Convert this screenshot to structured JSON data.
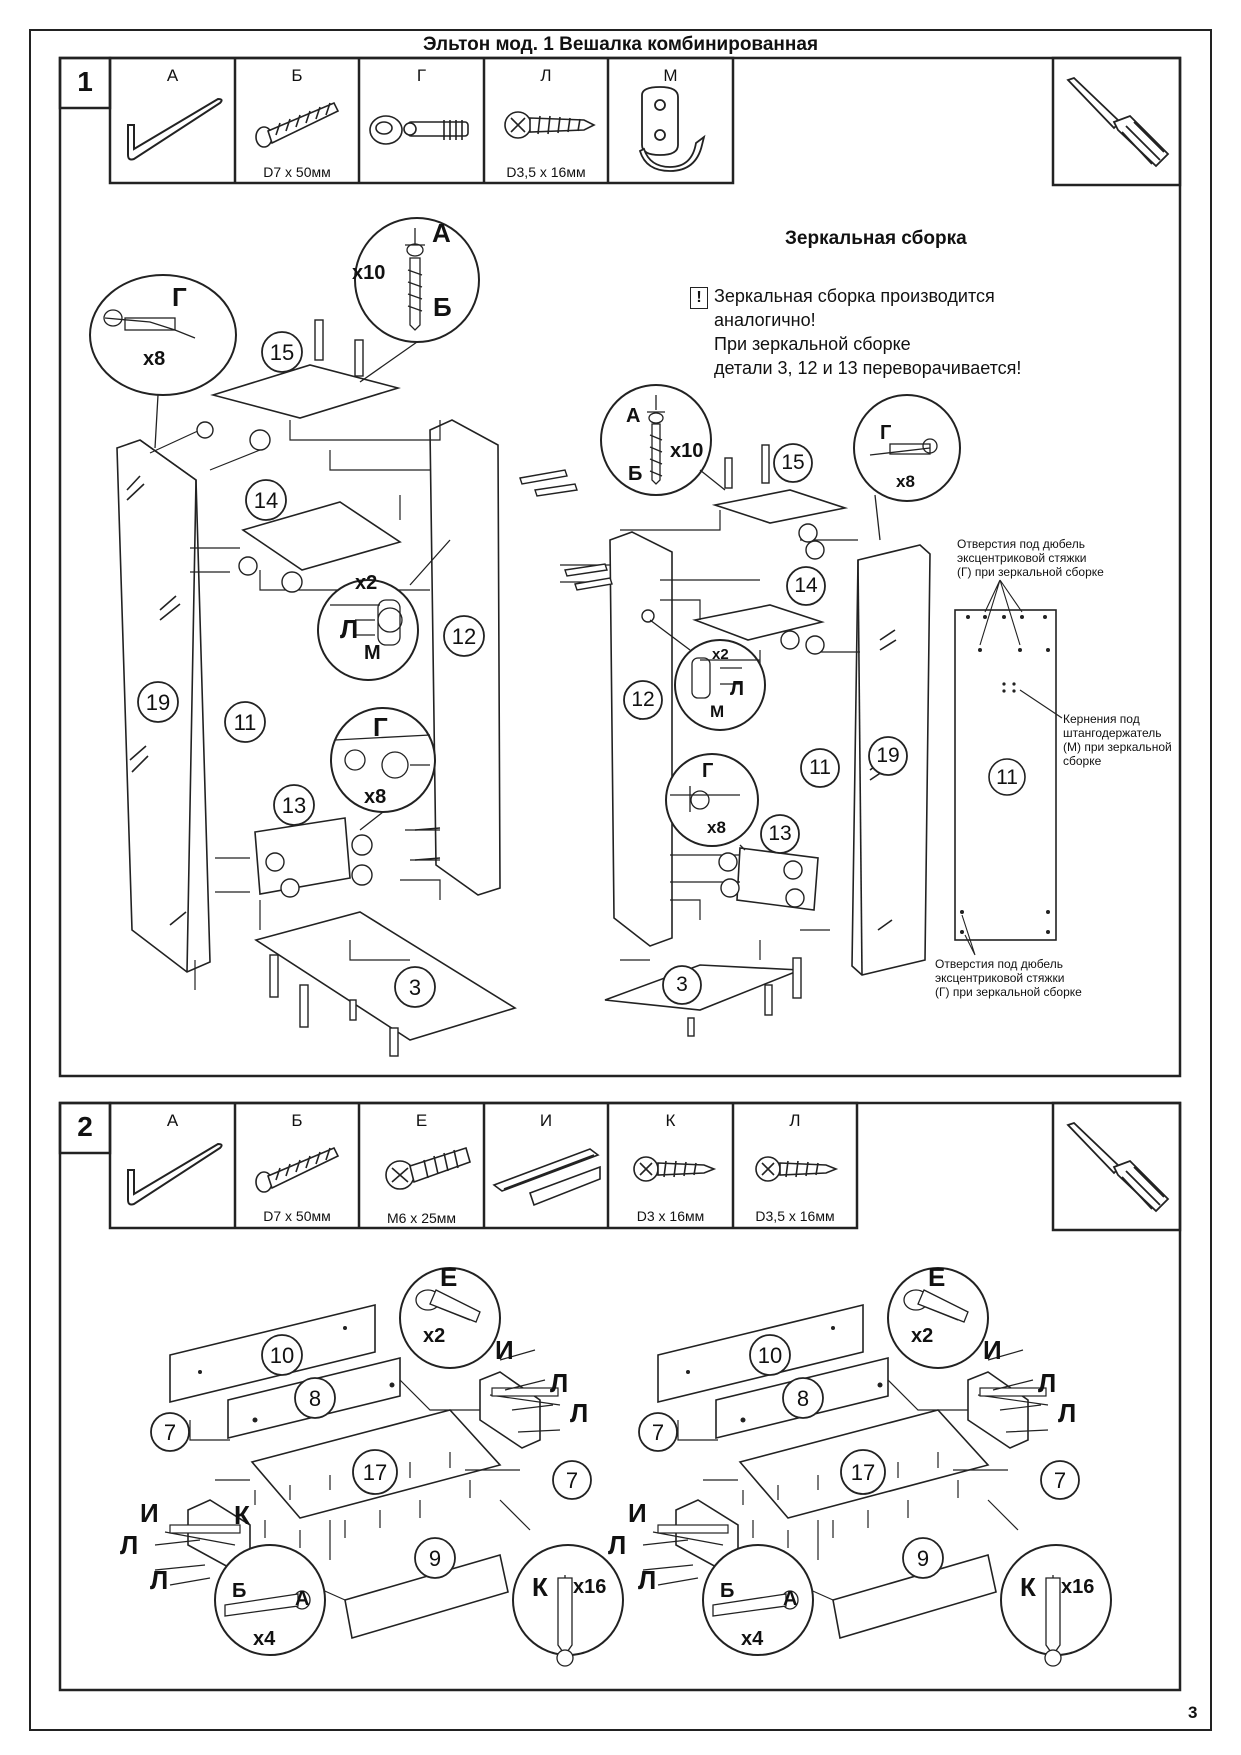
{
  "title": "Эльтон мод. 1 Вешалка комбинированная",
  "page_number": "3",
  "step1": {
    "number": "1",
    "parts": [
      {
        "letter": "А",
        "caption": "",
        "icon": "hex-key-icon"
      },
      {
        "letter": "Б",
        "caption": "D7 x 50мм",
        "icon": "confirmat-screw-icon"
      },
      {
        "letter": "Г",
        "caption": "",
        "icon": "cam-lock-icon"
      },
      {
        "letter": "Л",
        "caption": "D3,5 x 16мм",
        "icon": "wood-screw-icon"
      },
      {
        "letter": "М",
        "caption": "",
        "icon": "rod-holder-icon"
      }
    ],
    "tool": "screwdriver-icon",
    "mirror_title": "Зеркальная сборка",
    "mirror_mark": "!",
    "mirror_note": [
      "Зеркальная сборка производится",
      "аналогично!",
      "При зеркальной сборке",
      "детали 3, 12 и 13 переворачивается!"
    ],
    "left_labels": {
      "g": "Г",
      "x8a": "x8",
      "a": "А",
      "b": "Б",
      "x10": "x10",
      "p15": "15",
      "p14": "14",
      "p12": "12",
      "p19": "19",
      "p11": "11",
      "p13": "13",
      "p3": "3",
      "x2": "x2",
      "l": "Л",
      "m": "М",
      "g2": "Г",
      "x8b": "x8"
    },
    "right_labels": {
      "a": "А",
      "b": "Б",
      "x10": "x10",
      "g": "Г",
      "x8a": "x8",
      "p15": "15",
      "p14": "14",
      "p12": "12",
      "p11": "11",
      "p19": "19",
      "p13": "13",
      "p3": "3",
      "x2": "x2",
      "l": "Л",
      "m": "М",
      "g2": "Г",
      "x8b": "x8"
    },
    "panel": {
      "number": "11",
      "note_top": [
        "Отверстия под дюбель",
        "эксцентриковой стяжки",
        "(Г) при зеркальной сборке"
      ],
      "note_mid": [
        "Кернения под",
        "штангодержатель",
        "(М) при зеркальной",
        "сборке"
      ],
      "note_bot": [
        "Отверстия под дюбель",
        "эксцентриковой стяжки",
        "(Г) при зеркальной сборке"
      ]
    }
  },
  "step2": {
    "number": "2",
    "parts": [
      {
        "letter": "А",
        "caption": "",
        "icon": "hex-key-icon"
      },
      {
        "letter": "Б",
        "caption": "D7 x 50мм",
        "icon": "confirmat-screw-icon"
      },
      {
        "letter": "Е",
        "caption": "M6 x 25мм",
        "icon": "bolt-icon"
      },
      {
        "letter": "И",
        "caption": "",
        "icon": "drawer-rail-icon"
      },
      {
        "letter": "К",
        "caption": "D3 x 16мм",
        "icon": "wood-screw-icon"
      },
      {
        "letter": "Л",
        "caption": "D3,5 x 16мм",
        "icon": "wood-screw-icon"
      }
    ],
    "tool": "screwdriver-icon",
    "drawer_labels": {
      "e": "Е",
      "x2": "x2",
      "i1": "И",
      "l1": "Л",
      "l2": "Л",
      "p10": "10",
      "p8": "8",
      "p7a": "7",
      "p7b": "7",
      "p17": "17",
      "p9": "9",
      "i2": "И",
      "l3": "Л",
      "l4": "Л",
      "k": "К",
      "b": "Б",
      "a": "А",
      "x4": "x4",
      "k2": "К",
      "x16": "x16"
    }
  }
}
